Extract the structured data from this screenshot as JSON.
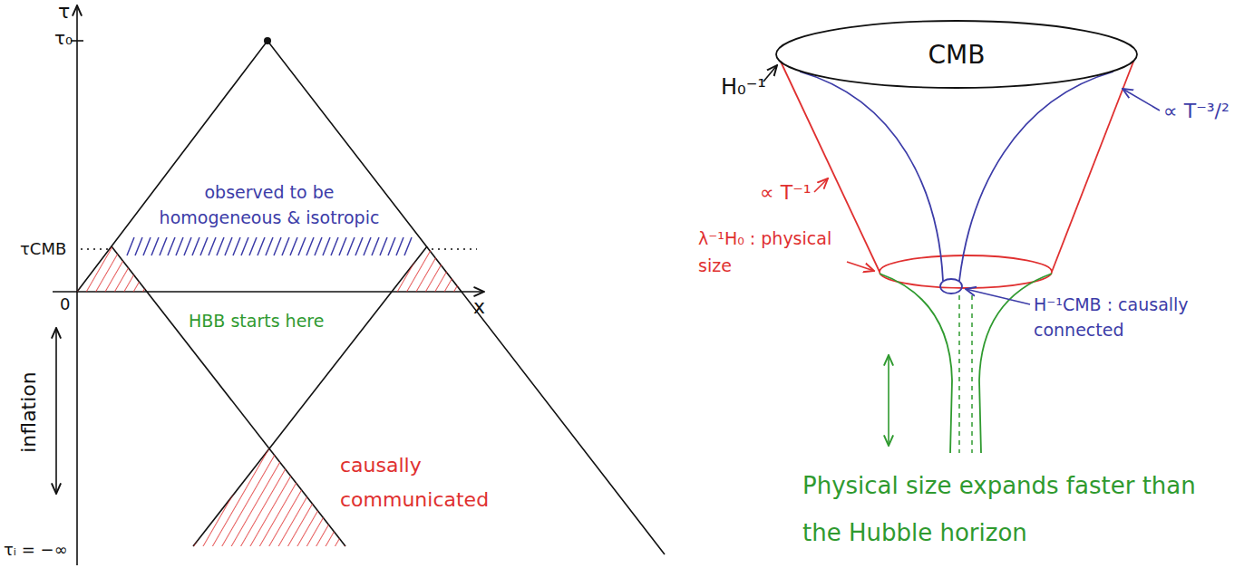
{
  "diagram": {
    "nodes": [
      {
        "text": [
          "CMB"
        ]
      }
    ],
    "labels": [
      "τ",
      "τ₀",
      "τCMB",
      "0",
      "x",
      "τᵢ = −∞",
      "observed to be homogeneous & isotropic",
      "HBB starts here",
      "inflation",
      "causally communicated",
      "H₀⁻¹",
      "∝ T⁻³/²",
      "∝ T⁻¹",
      "λ⁻¹H₀ : physical size",
      "H⁻¹CMB : causally connected",
      "Physical size expands faster than the Hubble horizon"
    ]
  }
}
